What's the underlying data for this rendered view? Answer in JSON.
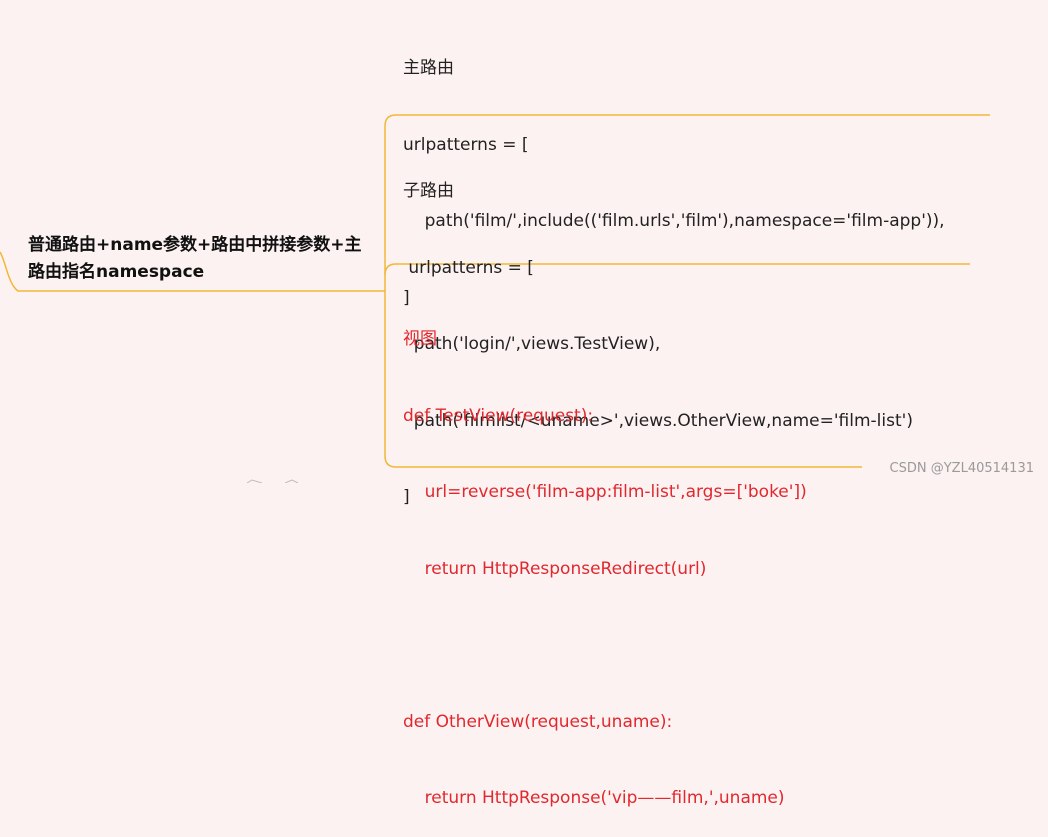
{
  "root": {
    "label": "普通路由+name参数+路由中拼接参数+主路由指名namespace"
  },
  "main_route": {
    "lines": [
      "主路由",
      "urlpatterns = [",
      "    path('film/',include(('film.urls','film'),namespace='film-app')),",
      "]"
    ]
  },
  "sub_route": {
    "lines": [
      "子路由",
      " urlpatterns = [",
      "  path('login/',views.TestView),",
      "  path('filmlist/<uname>',views.OtherView,name='film-list')",
      "]"
    ]
  },
  "view": {
    "lines": [
      "视图",
      "def TestView(request):",
      "    url=reverse('film-app:film-list',args=['boke'])",
      "    return HttpResponseRedirect(url)",
      "",
      "def OtherView(request,uname):",
      "    return HttpResponse('vip——film,',uname)"
    ]
  },
  "watermark": "CSDN @YZL40514131",
  "colors": {
    "background": "#fdf2f2",
    "connector": "#f2b737",
    "view_text": "#e0282e",
    "text": "#222222"
  }
}
